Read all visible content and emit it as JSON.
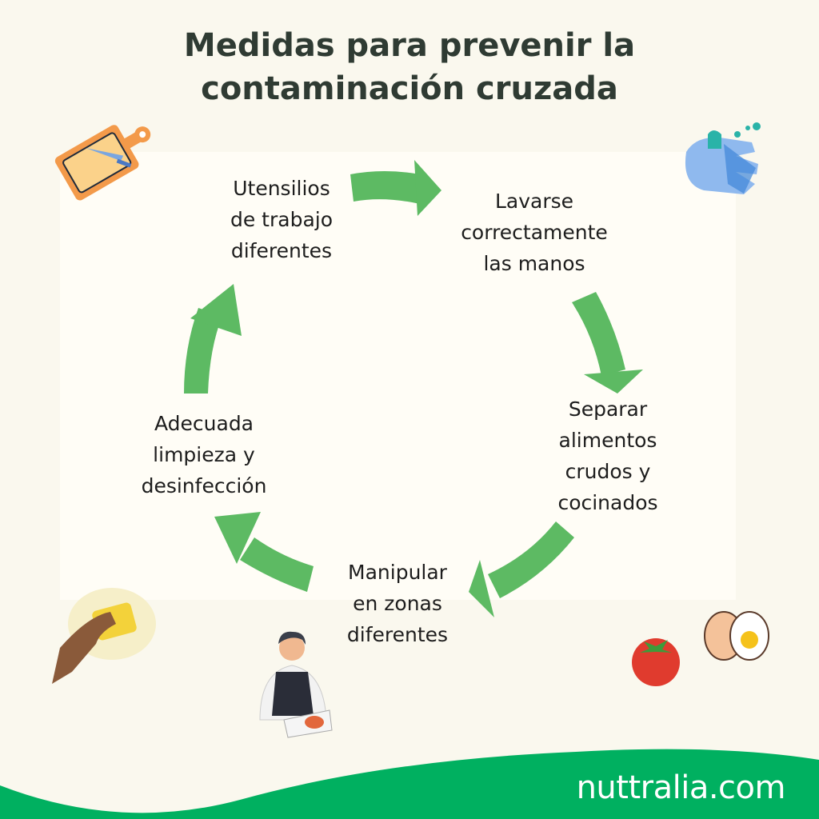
{
  "title": {
    "line1": "Medidas para prevenir la",
    "line2": "contaminación cruzada"
  },
  "steps": [
    {
      "lines": [
        "Utensilios",
        "de trabajo",
        "diferentes"
      ],
      "icon": "cutting-board-icon"
    },
    {
      "lines": [
        "Lavarse",
        "correctamente",
        "las manos"
      ],
      "icon": "hand-washing-icon"
    },
    {
      "lines": [
        "Separar",
        "alimentos",
        "crudos y",
        "cocinados"
      ],
      "icon": "tomato-egg-icon"
    },
    {
      "lines": [
        "Manipular",
        "en zonas",
        "diferentes"
      ],
      "icon": "chef-cutting-icon"
    },
    {
      "lines": [
        "Adecuada",
        "limpieza y",
        "desinfección"
      ],
      "icon": "sponge-cleaning-icon"
    }
  ],
  "colors": {
    "arrow": "#5dba63",
    "footer": "#00b060",
    "title": "#2f3b33",
    "background": "#faf8ee"
  },
  "footer": {
    "brand": "nuttralia.com"
  }
}
